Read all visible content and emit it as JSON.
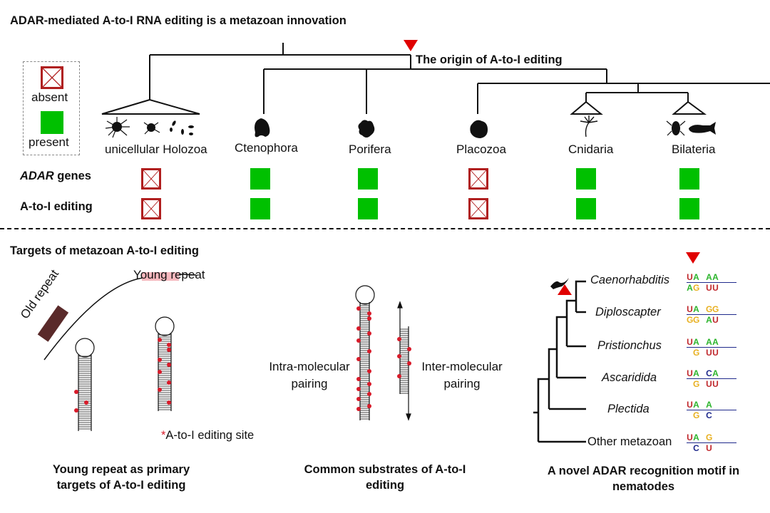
{
  "top_panel": {
    "title": "ADAR-mediated A-to-I RNA editing is a metazoan innovation",
    "origin_label": "The origin of A-to-I editing",
    "legend": {
      "absent": "absent",
      "present": "present"
    },
    "colors": {
      "present": "#00c000",
      "absent": "#b01e1e",
      "marker": "#e00000"
    },
    "taxa": [
      {
        "name": "unicellular Holozoa",
        "adar_genes": "absent",
        "editing": "absent"
      },
      {
        "name": "Ctenophora",
        "adar_genes": "present",
        "editing": "present"
      },
      {
        "name": "Porifera",
        "adar_genes": "present",
        "editing": "present"
      },
      {
        "name": "Placozoa",
        "adar_genes": "absent",
        "editing": "absent"
      },
      {
        "name": "Cnidaria",
        "adar_genes": "present",
        "editing": "present"
      },
      {
        "name": "Bilateria",
        "adar_genes": "present",
        "editing": "present"
      }
    ],
    "rows": {
      "adar_italic": "ADAR",
      "adar_rest": " genes",
      "editing": "A-to-I editing"
    }
  },
  "bottom_panel": {
    "title": "Targets of metazoan A-to-I editing",
    "young_repeat": "Young repeat",
    "old_repeat": "Old repeat",
    "editing_site_legend": "A-to-I editing site",
    "intra_line1": "Intra-molecular",
    "intra_line2": "pairing",
    "inter_line1": "Inter-molecular",
    "inter_line2": "pairing",
    "nematodes": [
      "Caenorhabditis",
      "Diploscapter",
      "Pristionchus",
      "Ascaridida",
      "Plectida"
    ],
    "other": "Other metazoan",
    "captions": {
      "left_1": "Young repeat as primary",
      "left_2": "targets of A-to-I editing",
      "mid_1": "Common substrates of A-to-I",
      "mid_2": "editing",
      "right_1": "A novel ADAR recognition motif in",
      "right_2": "nematodes"
    }
  }
}
